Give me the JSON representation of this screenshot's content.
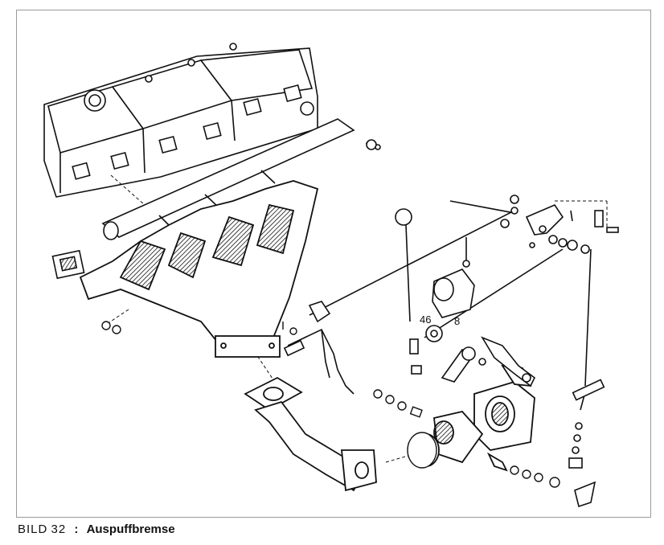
{
  "figure": {
    "caption_prefix": "BILD",
    "caption_number": "32",
    "caption_separator": ":",
    "caption_title": "Auspuffbremse"
  },
  "callouts": {
    "a": "46",
    "b": "8"
  },
  "colors": {
    "ink": "#111111",
    "paper": "#ffffff",
    "frame": "#9a9a9a"
  }
}
